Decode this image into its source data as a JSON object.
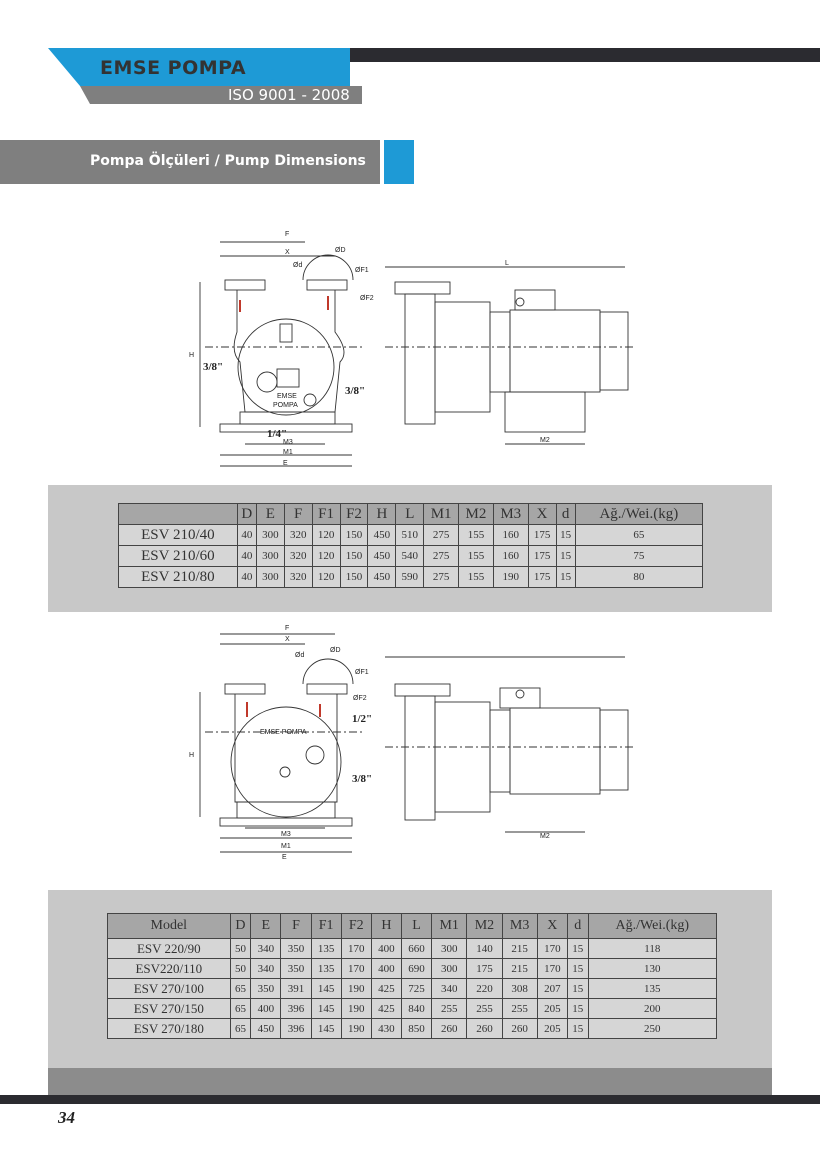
{
  "header": {
    "brand": "EMSE POMPA",
    "certification": "ISO 9001 - 2008",
    "colors": {
      "blue": "#1e9ad6",
      "gray": "#7f7f7f",
      "dark": "#2b2b30"
    }
  },
  "section": {
    "title": "Pompa Ölçüleri  / Pump Dimensions"
  },
  "drawing1": {
    "labels": {
      "F": "F",
      "X": "X",
      "d": "Ød",
      "D": "ØD",
      "F1": "ØF1",
      "F2": "ØF2",
      "H": "H",
      "port_left": "3/8\"",
      "port_right": "3/8\"",
      "drain": "1/4\"",
      "logo1": "EMSE",
      "logo2": "POMPA",
      "M3": "M3",
      "M1": "M1",
      "E": "E",
      "L": "L",
      "M2": "M2"
    }
  },
  "table1": {
    "headers": [
      "",
      "D",
      "E",
      "F",
      "F1",
      "F2",
      "H",
      "L",
      "M1",
      "M2",
      "M3",
      "X",
      "d",
      "Ağ./Wei.(kg)"
    ],
    "rows": [
      [
        "ESV 210/40",
        "40",
        "300",
        "320",
        "120",
        "150",
        "450",
        "510",
        "275",
        "155",
        "160",
        "175",
        "15",
        "65"
      ],
      [
        "ESV 210/60",
        "40",
        "300",
        "320",
        "120",
        "150",
        "450",
        "540",
        "275",
        "155",
        "160",
        "175",
        "15",
        "75"
      ],
      [
        "ESV 210/80",
        "40",
        "300",
        "320",
        "120",
        "150",
        "450",
        "590",
        "275",
        "155",
        "190",
        "175",
        "15",
        "80"
      ]
    ]
  },
  "drawing2": {
    "labels": {
      "F": "F",
      "X": "X",
      "d": "Ød",
      "D": "ØD",
      "F1": "ØF1",
      "F2": "ØF2",
      "H": "H",
      "port_top": "1/2\"",
      "port_right": "3/8\"",
      "logo": "EMSE POMPA",
      "M3": "M3",
      "M1": "M1",
      "E": "E",
      "M2": "M2"
    }
  },
  "table2": {
    "headers": [
      "Model",
      "D",
      "E",
      "F",
      "F1",
      "F2",
      "H",
      "L",
      "M1",
      "M2",
      "M3",
      "X",
      "d",
      "Ağ./Wei.(kg)"
    ],
    "rows": [
      [
        "ESV 220/90",
        "50",
        "340",
        "350",
        "135",
        "170",
        "400",
        "660",
        "300",
        "140",
        "215",
        "170",
        "15",
        "118"
      ],
      [
        "ESV220/110",
        "50",
        "340",
        "350",
        "135",
        "170",
        "400",
        "690",
        "300",
        "175",
        "215",
        "170",
        "15",
        "130"
      ],
      [
        "ESV 270/100",
        "65",
        "350",
        "391",
        "145",
        "190",
        "425",
        "725",
        "340",
        "220",
        "308",
        "207",
        "15",
        "135"
      ],
      [
        "ESV 270/150",
        "65",
        "400",
        "396",
        "145",
        "190",
        "425",
        "840",
        "255",
        "255",
        "255",
        "205",
        "15",
        "200"
      ],
      [
        "ESV 270/180",
        "65",
        "450",
        "396",
        "145",
        "190",
        "430",
        "850",
        "260",
        "260",
        "260",
        "205",
        "15",
        "250"
      ]
    ]
  },
  "footer": {
    "page_number": "34"
  }
}
